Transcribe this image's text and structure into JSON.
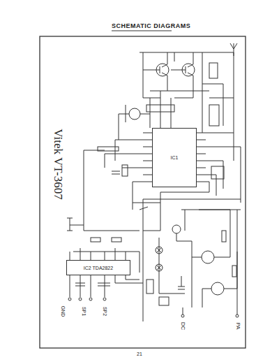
{
  "diagram": {
    "title": "SCHEMATIC DIAGRAMS",
    "nodes": [
      {
        "text": [
          "IC1"
        ]
      },
      {
        "text": [
          "IC2 TDA2822"
        ]
      }
    ],
    "labels": [
      "Vitek VT-3607",
      "GND",
      "SP1",
      "SP2",
      "DC",
      "PA",
      "21"
    ]
  }
}
